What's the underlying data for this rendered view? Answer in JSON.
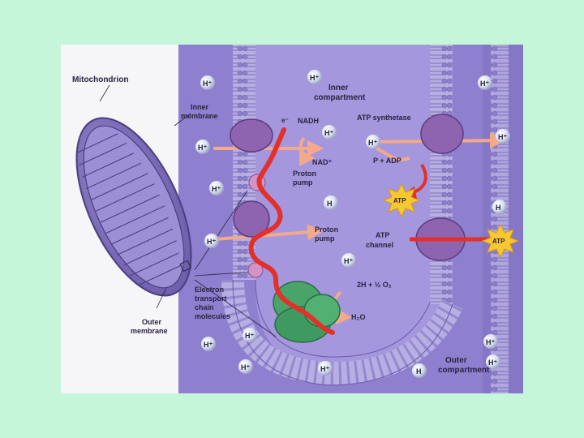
{
  "labels": {
    "mitochondrion": "Mitochondrion",
    "inner_membrane_1": "Inner",
    "inner_membrane_2": "membrane",
    "outer_membrane_1": "Outer",
    "outer_membrane_2": "membrane",
    "inner_compartment_1": "Inner",
    "inner_compartment_2": "compartment",
    "outer_compartment_1": "Outer",
    "outer_compartment_2": "compartment",
    "e_minus": "e⁻",
    "nadh": "NADH",
    "nad_plus": "NAD⁺",
    "proton_pump_1a": "Proton",
    "proton_pump_1b": "pump",
    "proton_pump_2a": "Proton",
    "proton_pump_2b": "pump",
    "atp_synthetase": "ATP synthetase",
    "p_adp": "P + ADP",
    "atp_channel_1": "ATP",
    "atp_channel_2": "channel",
    "etc_1": "Electron",
    "etc_2": "transport",
    "etc_3": "chain",
    "etc_4": "molecules",
    "water_eq": "2H + ½ O₂",
    "h2o": "H₂O",
    "atp_burst_1": "ATP",
    "atp_burst_2": "ATP",
    "h_plus": "H⁺",
    "h": "H"
  },
  "colors": {
    "page_bg": "#c6f6da",
    "figure_bg": "#f6f5f8",
    "outer_compartment": "#8f7fcf",
    "inner_compartment": "#a495dc",
    "membrane_head": "#9a8fd0",
    "protein_purple": "#8e63b0",
    "protein_green": "#3e9a60",
    "electron_path": "#e2302a",
    "proton_arrow": "#f3a98a",
    "atp_burst": "#f7c832"
  }
}
